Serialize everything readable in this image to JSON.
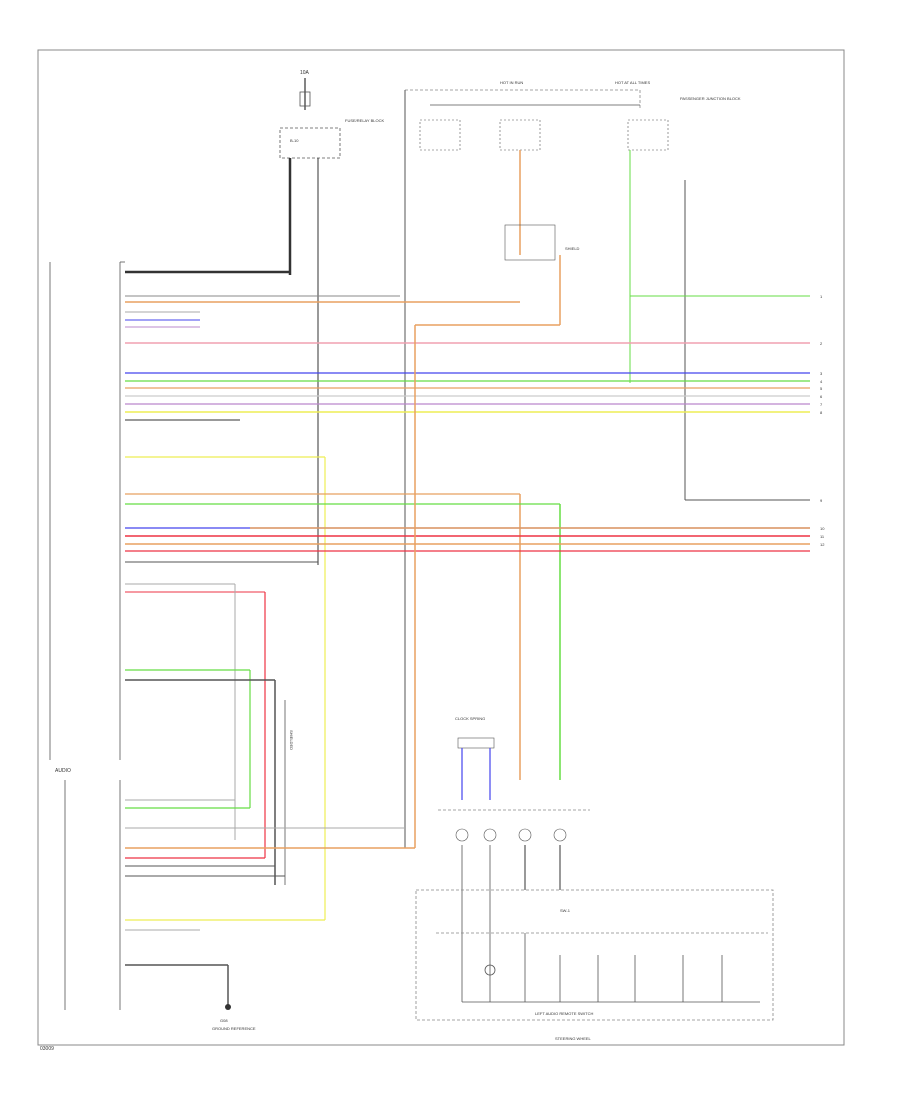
{
  "title": "Wiring diagram - audio system (page 1 of 2)",
  "colors": {
    "wire_black": "#333333",
    "wire_orange": "#e8a060",
    "wire_green": "#66dd44",
    "wire_blue": "#4444ee",
    "wire_red": "#ee3344",
    "wire_pink": "#f0a0b0",
    "wire_violet": "#bb88cc",
    "wire_yellow": "#eeee55",
    "wire_gray": "#aaaaaa",
    "frame": "#555555"
  },
  "labels": {
    "fuse_top": "10A",
    "fuse_box_top": "B-10",
    "fuse_note": "FUSE/RELAY BLOCK",
    "hot_run": "HOT IN RUN",
    "hot_at_all_times": "HOT AT ALL TIMES",
    "passenger_junction": "PASSENGER JUNCTION BLOCK",
    "shield": "SHIELD",
    "audio_unit": "AUDIO",
    "ground_ref": "G08",
    "ground_label": "GROUND REFERENCE",
    "steering_switch": "LEFT AUDIO REMOTE SWITCH",
    "steering_wheel": "STEERING WHEEL",
    "clock_spring": "CLOCK SPRING",
    "shielded": "SHIELDED",
    "remote_title": "SW-1",
    "footer_code": "03009"
  },
  "connector_right": [
    "1",
    "2",
    "3",
    "4",
    "5",
    "6",
    "7",
    "8",
    "9",
    "10",
    "11",
    "12"
  ]
}
